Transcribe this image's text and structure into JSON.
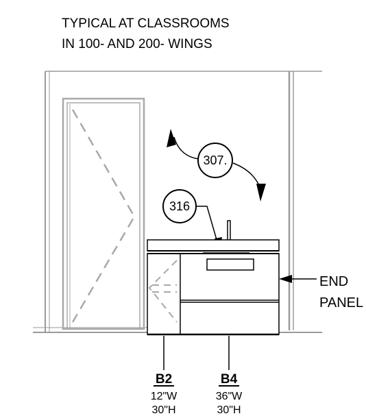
{
  "title": {
    "line1": "TYPICAL AT CLASSROOMS",
    "line2": "IN 100- AND 200- WINGS"
  },
  "tags": {
    "tag_307": "307.",
    "tag_316": "316"
  },
  "callout": {
    "line1": "END",
    "line2": "PANEL"
  },
  "cabinets": [
    {
      "code": "B2",
      "width": "12\"W",
      "height": "30\"H"
    },
    {
      "code": "B4",
      "width": "36\"W",
      "height": "30\"H"
    }
  ],
  "colors": {
    "line": "#000000",
    "wall": "#9a9a9a",
    "door": "#a8a8a8"
  }
}
